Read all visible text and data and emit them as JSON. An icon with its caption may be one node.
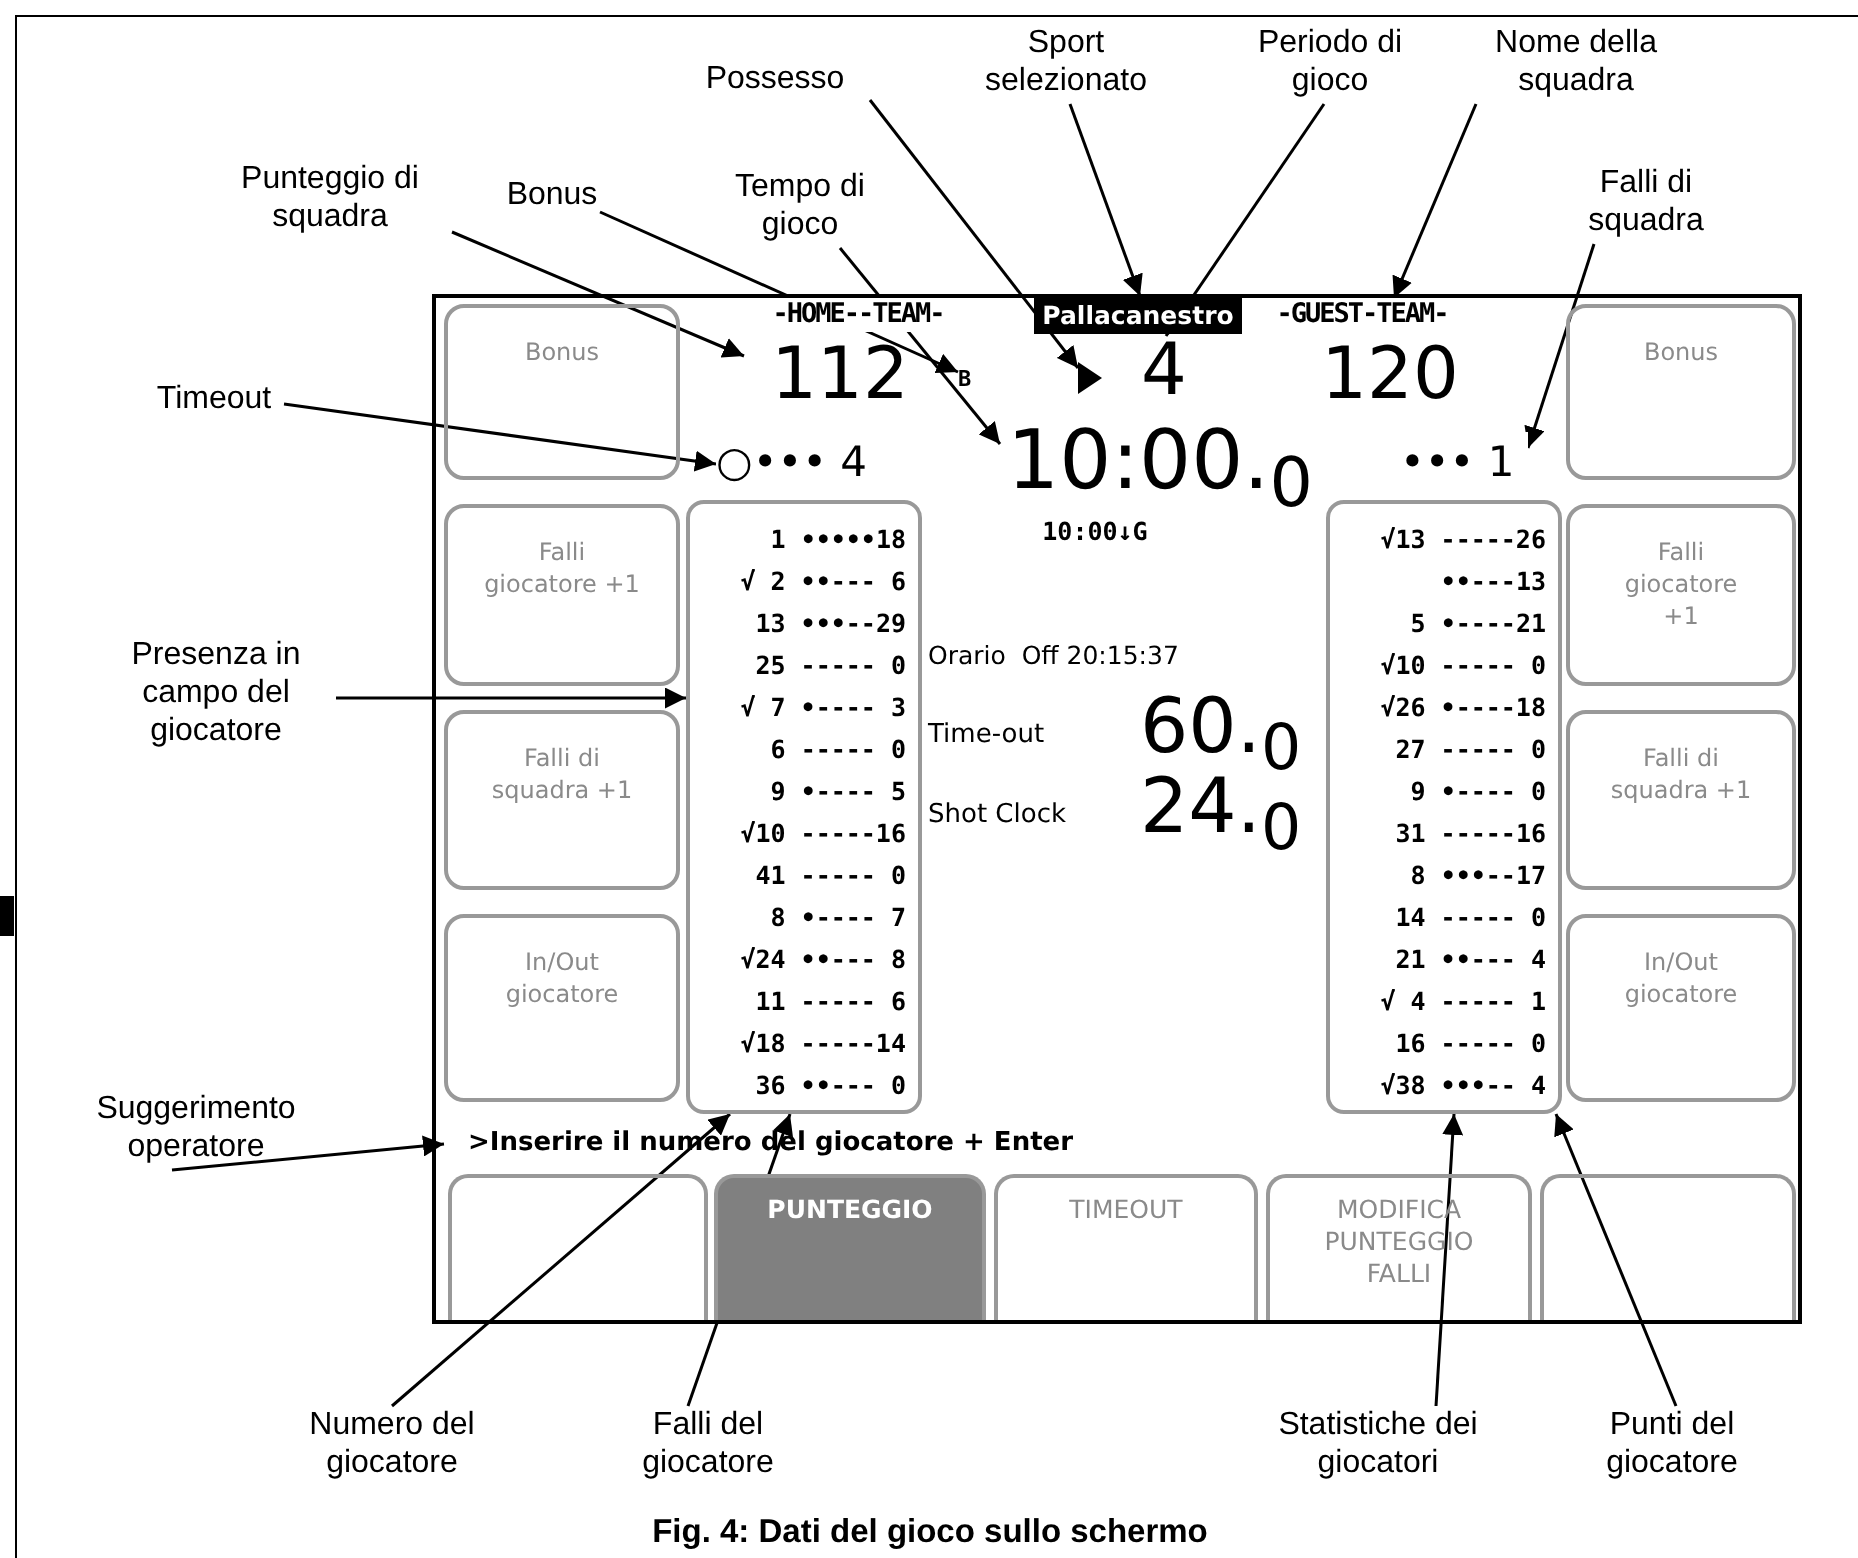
{
  "diagram": {
    "caption": "Fig. 4: Dati del gioco sullo schermo",
    "nodes": [
      {
        "text": [
          "Punteggio di squadra"
        ]
      },
      {
        "text": [
          "Bonus"
        ]
      },
      {
        "text": [
          "Tempo di gioco"
        ]
      },
      {
        "text": [
          "Possesso"
        ]
      },
      {
        "text": [
          "Sport selezionato"
        ]
      },
      {
        "text": [
          "Periodo di gioco"
        ]
      },
      {
        "text": [
          "Nome della squadra"
        ]
      },
      {
        "text": [
          "Falli di squadra"
        ]
      },
      {
        "text": [
          "Timeout"
        ]
      },
      {
        "text": [
          "Presenza in campo del giocatore"
        ]
      },
      {
        "text": [
          "Suggerimento operatore"
        ]
      },
      {
        "text": [
          "Numero del giocatore"
        ]
      },
      {
        "text": [
          "Falli del giocatore"
        ]
      },
      {
        "text": [
          "Statistiche dei giocatori"
        ]
      },
      {
        "text": [
          "Punti del giocatore"
        ]
      },
      {
        "text": [],
        "shape": "box"
      },
      {
        "text": [
          "Bonus"
        ],
        "in": 15
      },
      {
        "text": [
          "-HOME--TEAM-"
        ],
        "in": 15
      },
      {
        "text": [
          "112"
        ],
        "in": 15
      },
      {
        "text": [
          "B"
        ],
        "in": 15
      },
      {
        "text": [],
        "shape": "triangle",
        "in": 15
      },
      {
        "text": [
          "4"
        ],
        "in": 15
      },
      {
        "text": [
          "Pallacanestro"
        ],
        "in": 15
      },
      {
        "text": [
          "-GUEST-TEAM-"
        ],
        "in": 15
      },
      {
        "text": [
          "120"
        ],
        "in": 15
      },
      {
        "text": [
          "Bonus"
        ],
        "in": 15
      },
      {
        "text": [
          "○••• 4"
        ],
        "in": 15
      },
      {
        "text": [
          "10:00.$_{0}$"
        ],
        "in": 15
      },
      {
        "text": [
          "••• 1"
        ],
        "in": 15
      },
      {
        "text": [
          "Falli giocatore +1"
        ],
        "in": 15
      },
      {
        "text": [
          "1 •••••18",
          "√ 2 ••--- 6",
          "13 •••--29",
          "25 ----- 0",
          "√ 7 •---- 3",
          "6 ----- 0",
          "9 •---- 5",
          "√10 -----16",
          "41 ----- 0",
          "8 •---- 7",
          "√24 ••--- 8",
          "11 ----- 6",
          "√18 -----14",
          "36 ••--- 0"
        ],
        "in": 15
      },
      {
        "text": [
          "√13 -----26",
          "••---13",
          "5 •----21",
          "√10 ----- 0",
          "√26 •----18",
          "27 ----- 0",
          "9 •---- 0",
          "31 -----16",
          "8 •••--17",
          "14 ----- 0",
          "21 ••--- 4",
          "√ 4 ----- 1",
          "16 ----- 0",
          "√38 •••-- 4"
        ],
        "in": 15
      },
      {
        "text": [
          "Falli giocatore +1"
        ],
        "in": 15
      },
      {
        "text": [
          "Falli di squadra +1"
        ],
        "in": 15
      },
      {
        "text": [
          "Falli di squadra +1"
        ],
        "in": 15
      },
      {
        "text": [
          "In/Out giocatore"
        ],
        "in": 15
      },
      {
        "text": [
          "In/Out giocatore"
        ],
        "in": 15
      },
      {
        "text": [
          ">Inserire il numero del giocatore + Enter"
        ],
        "in": 15
      },
      {
        "text": [],
        "shape": "box",
        "in": 15
      },
      {
        "text": [
          "PUNTEGGIO"
        ],
        "in": 15
      },
      {
        "text": [
          "TIMEOUT"
        ],
        "in": 15
      },
      {
        "text": [
          "MODIFICA PUNTEGGIO FALLI"
        ],
        "in": 15
      },
      {
        "text": [],
        "shape": "box",
        "in": 15
      }
    ],
    "edges": [
      {
        "from": 0,
        "to": 18,
        "arrow": "to"
      },
      {
        "from": 1,
        "to": 19,
        "arrow": "to"
      },
      {
        "from": 2,
        "to": 27,
        "arrow": "to"
      },
      {
        "from": 3,
        "to": 20,
        "arrow": "to"
      },
      {
        "from": 4,
        "to": 22,
        "arrow": "to"
      },
      {
        "from": 5,
        "to": 21,
        "arrow": "to"
      },
      {
        "from": 6,
        "to": 23,
        "arrow": "to"
      },
      {
        "from": 7,
        "to": 28,
        "arrow": "to"
      },
      {
        "from": 8,
        "to": 26,
        "arrow": "to"
      },
      {
        "from": 9,
        "to": 30,
        "arrow": "to"
      },
      {
        "from": 10,
        "to": 37,
        "arrow": "to"
      },
      {
        "from": 11,
        "to": 30,
        "arrow": "to"
      },
      {
        "from": 12,
        "to": 30,
        "arrow": "to"
      },
      {
        "from": 13,
        "to": 31,
        "arrow": "to"
      },
      {
        "from": 14,
        "to": 31,
        "arrow": "to"
      }
    ],
    "labels": [
      "10:00↓G",
      "Orario  Off 20:15:37",
      "Time-out",
      "60.$_{0}$",
      "Shot Clock",
      "24.$_{0}$"
    ]
  }
}
